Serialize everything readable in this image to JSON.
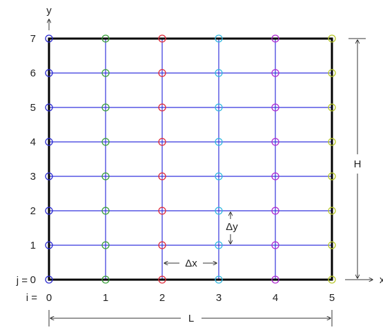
{
  "axes": {
    "x_axis_label": "x",
    "y_axis_label": "y",
    "i_prefix": "i =",
    "j_prefix": "j =",
    "i_indices": [
      "0",
      "1",
      "2",
      "3",
      "4",
      "5"
    ],
    "j_indices": [
      "0",
      "1",
      "2",
      "3",
      "4",
      "5",
      "6",
      "7"
    ]
  },
  "dimensions": {
    "width_label": "L",
    "height_label": "H",
    "dx_label": "Δx",
    "dy_label": "Δy"
  },
  "colors": {
    "grid_line": "#3333dd",
    "border": "#000000",
    "dimension_line": "#333333",
    "column_nodes": [
      "#2a2ad0",
      "#3aa03a",
      "#e02a3a",
      "#33b8e0",
      "#b02ad0",
      "#b8c82a"
    ]
  }
}
